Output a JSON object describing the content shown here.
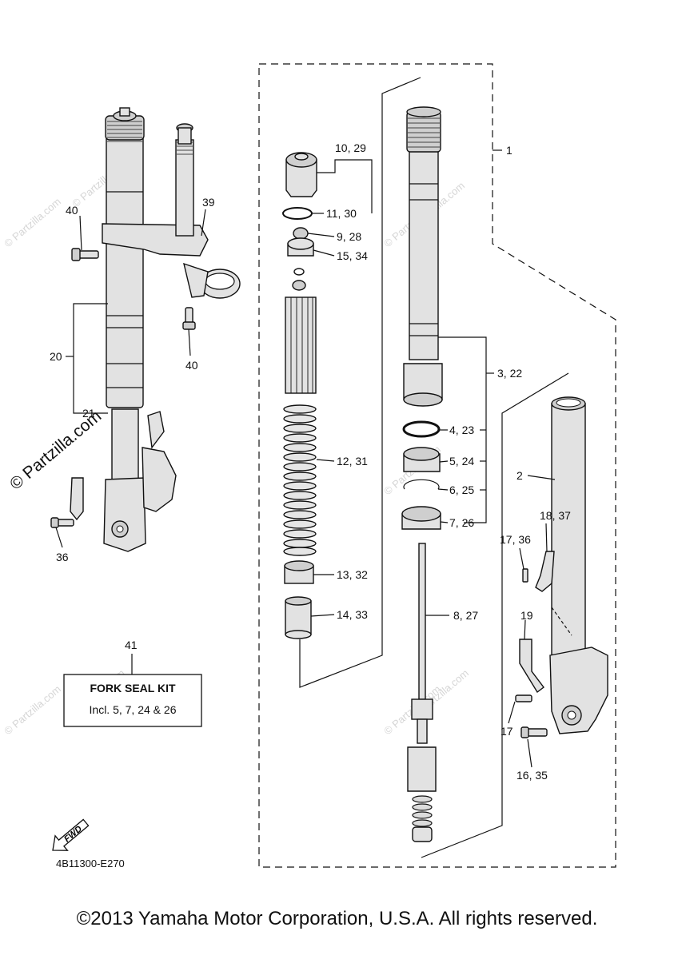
{
  "diagram": {
    "drawing_code": "4B11300-E270",
    "fwd_label": "FWD",
    "watermark_small": "© Partzilla.com",
    "watermark_big": "© Partzilla.com",
    "copyright": "©2013 Yamaha Motor Corporation, U.S.A. All rights reserved.",
    "kit_box": {
      "number": "41",
      "title": "FORK SEAL KIT",
      "line": "Incl. 5, 7, 24 & 26"
    },
    "callouts": [
      {
        "id": "c1",
        "text": "1"
      },
      {
        "id": "c2",
        "text": "2"
      },
      {
        "id": "c3",
        "text": "3, 22"
      },
      {
        "id": "c4",
        "text": "4, 23"
      },
      {
        "id": "c5",
        "text": "5, 24"
      },
      {
        "id": "c6",
        "text": "6, 25"
      },
      {
        "id": "c7",
        "text": "7, 26"
      },
      {
        "id": "c8",
        "text": "8, 27"
      },
      {
        "id": "c9",
        "text": "9, 28"
      },
      {
        "id": "c10",
        "text": "10, 29"
      },
      {
        "id": "c11",
        "text": "11, 30"
      },
      {
        "id": "c12",
        "text": "12, 31"
      },
      {
        "id": "c13",
        "text": "13, 32"
      },
      {
        "id": "c14",
        "text": "14, 33"
      },
      {
        "id": "c15",
        "text": "15, 34"
      },
      {
        "id": "c16",
        "text": "16, 35"
      },
      {
        "id": "c17",
        "text": "17"
      },
      {
        "id": "c17b",
        "text": "17, 36"
      },
      {
        "id": "c18",
        "text": "18, 37"
      },
      {
        "id": "c19",
        "text": "19"
      },
      {
        "id": "c20",
        "text": "20"
      },
      {
        "id": "c21",
        "text": "21"
      },
      {
        "id": "c36",
        "text": "36"
      },
      {
        "id": "c39",
        "text": "39"
      },
      {
        "id": "c40a",
        "text": "40"
      },
      {
        "id": "c40b",
        "text": "40"
      }
    ]
  }
}
